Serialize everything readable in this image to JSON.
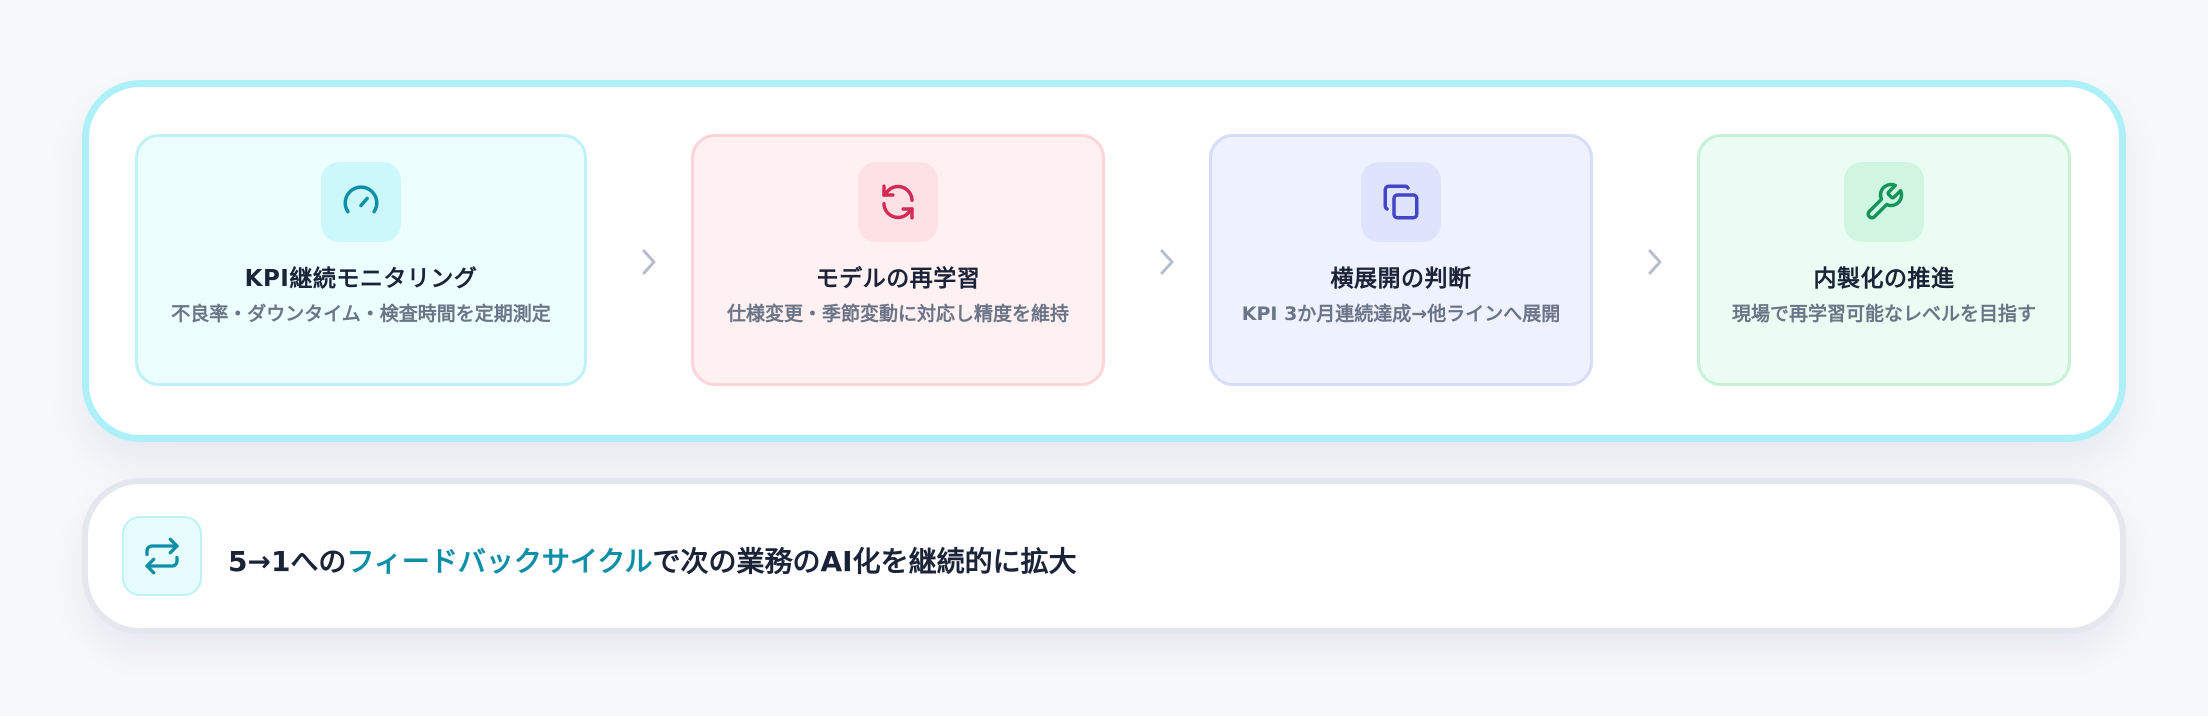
{
  "colors": {
    "accent_cyan": "#0e8fa8",
    "accent_red": "#d42a55",
    "accent_indigo": "#4345c8",
    "accent_green": "#15945a",
    "title_text": "#1b2338",
    "desc_text": "#6b7587"
  },
  "steps": [
    {
      "icon": "gauge-icon",
      "title": "KPI継続モニタリング",
      "desc": "不良率・ダウンタイム・検査時間を定期測定"
    },
    {
      "icon": "refresh-icon",
      "title": "モデルの再学習",
      "desc": "仕様変更・季節変動に対応し精度を維持"
    },
    {
      "icon": "copy-icon",
      "title": "横展開の判断",
      "desc": "KPI 3か月連続達成→他ラインへ展開"
    },
    {
      "icon": "wrench-icon",
      "title": "内製化の推進",
      "desc": "現場で再学習可能なレベルを目指す"
    }
  ],
  "summary": {
    "icon": "repeat-icon",
    "prefix": "5→1への",
    "highlight": "フィードバックサイクル",
    "suffix": "で次の業務のAI化を継続的に拡大"
  }
}
